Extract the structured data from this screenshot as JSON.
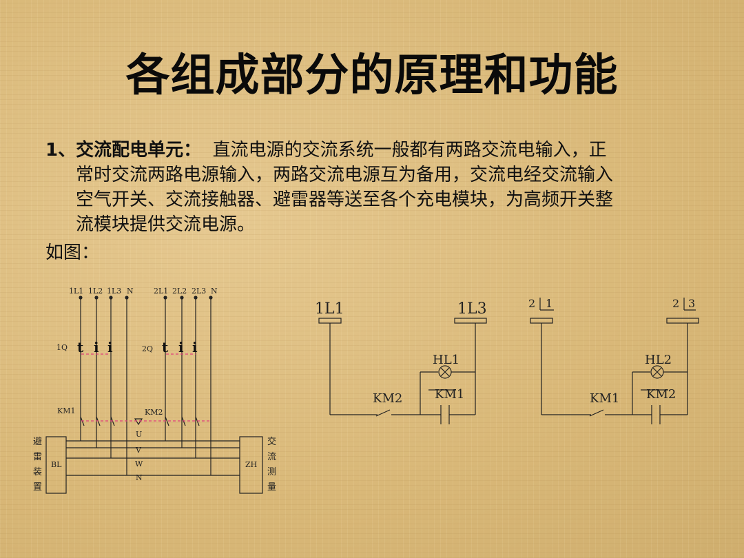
{
  "slide": {
    "title": "各组成部分的原理和功能",
    "section_number": "1、",
    "section_heading": "交流配电单元：",
    "body_lines": [
      "直流电源的交流系统一般都有两路交流电输入，正",
      "常时交流两路电源输入，两路交流电源互为备用，交流电经交流输入",
      "空气开关、交流接触器、避雷器等送至各个充电模块，为高频开关整",
      "流模块提供交流电源。"
    ],
    "caption": "如图："
  },
  "diagram_main": {
    "inputs_a": [
      "1L1",
      "1L2",
      "1L3",
      "N"
    ],
    "inputs_b": [
      "2L1",
      "2L2",
      "2L3",
      "N"
    ],
    "breaker_a": "1Q",
    "breaker_b": "2Q",
    "contactor_a": "KM1",
    "contactor_b": "KM2",
    "bus_labels": [
      "U",
      "V",
      "W",
      "N"
    ],
    "left_box": "BL",
    "right_box": "ZH",
    "left_vertical": [
      "避",
      "雷",
      "装",
      "置"
    ],
    "right_vertical": [
      "交",
      "流",
      "测",
      "量"
    ],
    "switch_glyph_t": "t",
    "switch_glyph_i": "i"
  },
  "diagram_ctrl1": {
    "top_left": "1L1",
    "top_right": "1L3",
    "lamp": "HL1",
    "interlock": "KM2",
    "coil": "KM1"
  },
  "diagram_ctrl2": {
    "top_left_num": "2",
    "top_left_sub": "1",
    "top_right_num": "2",
    "top_right_sub": "3",
    "lamp": "HL2",
    "interlock": "KM1",
    "coil": "KM2"
  },
  "colors": {
    "background": "#dcbd83",
    "ink": "#111111",
    "dashed_mark": "#e0407a"
  }
}
